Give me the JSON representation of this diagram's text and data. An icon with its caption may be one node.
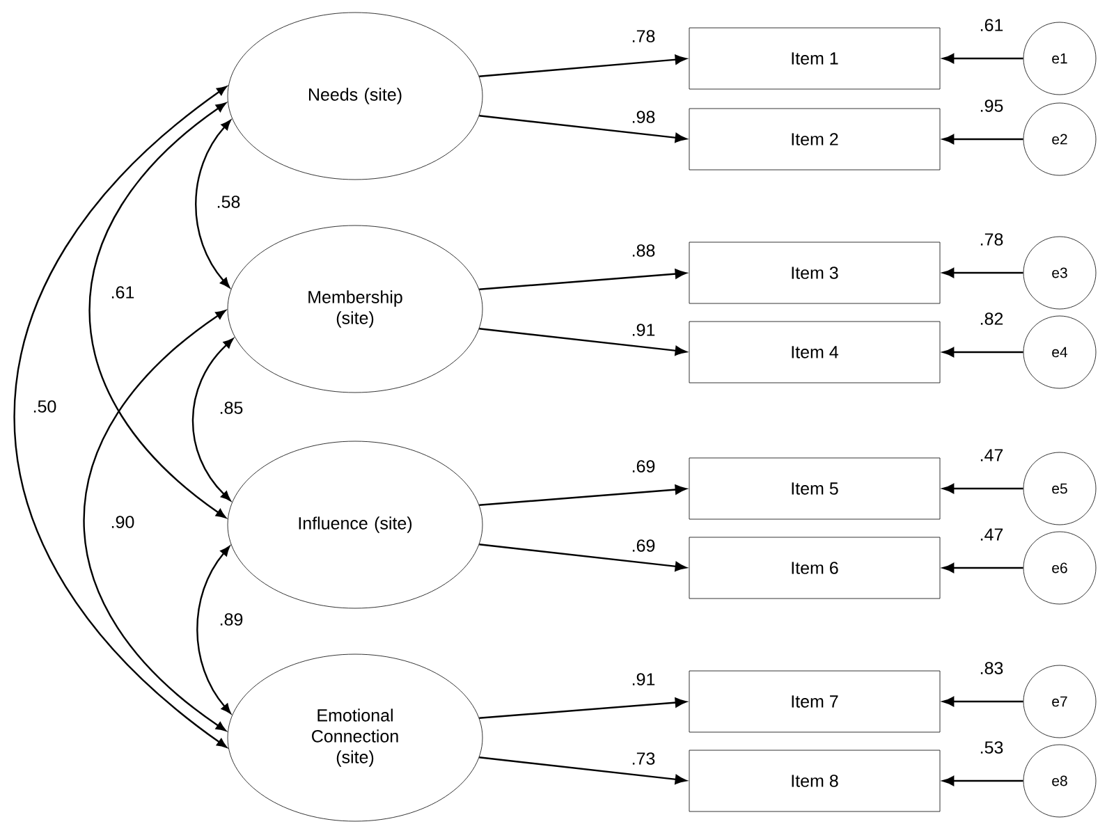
{
  "diagram": {
    "nodes": [
      {
        "text": [
          "Needs (site)"
        ]
      },
      {
        "text": [
          "Membership (site)"
        ]
      },
      {
        "text": [
          "Influence (site)"
        ]
      },
      {
        "text": [
          "Emotional Connection (site)"
        ]
      },
      {
        "text": [
          "Item 1"
        ]
      },
      {
        "text": [
          "Item 2"
        ]
      },
      {
        "text": [
          "Item 3"
        ]
      },
      {
        "text": [
          "Item 4"
        ]
      },
      {
        "text": [
          "Item 5"
        ]
      },
      {
        "text": [
          "Item 6"
        ]
      },
      {
        "text": [
          "Item 7"
        ]
      },
      {
        "text": [
          "Item 8"
        ]
      },
      {
        "text": [
          "e1"
        ]
      },
      {
        "text": [
          "e2"
        ]
      },
      {
        "text": [
          "e3"
        ]
      },
      {
        "text": [
          "e4"
        ]
      },
      {
        "text": [
          "e5"
        ]
      },
      {
        "text": [
          "e6"
        ]
      },
      {
        "text": [
          "e7"
        ]
      },
      {
        "text": [
          "e8"
        ]
      }
    ],
    "edges": [
      {
        "from": 0,
        "to": 4,
        "arrow": "to",
        "label": ".78"
      },
      {
        "from": 0,
        "to": 5,
        "arrow": "to",
        "label": ".98"
      },
      {
        "from": 1,
        "to": 6,
        "arrow": "to",
        "label": ".88"
      },
      {
        "from": 1,
        "to": 7,
        "arrow": "to",
        "label": ".91"
      },
      {
        "from": 2,
        "to": 8,
        "arrow": "to",
        "label": ".69"
      },
      {
        "from": 2,
        "to": 9,
        "arrow": "to",
        "label": ".69"
      },
      {
        "from": 3,
        "to": 10,
        "arrow": "to",
        "label": ".91"
      },
      {
        "from": 3,
        "to": 11,
        "arrow": "to",
        "label": ".73"
      },
      {
        "from": 12,
        "to": 4,
        "arrow": "to",
        "label": ".61"
      },
      {
        "from": 13,
        "to": 5,
        "arrow": "to",
        "label": ".95"
      },
      {
        "from": 14,
        "to": 6,
        "arrow": "to",
        "label": ".78"
      },
      {
        "from": 15,
        "to": 7,
        "arrow": "to",
        "label": ".82"
      },
      {
        "from": 16,
        "to": 8,
        "arrow": "to",
        "label": ".47"
      },
      {
        "from": 17,
        "to": 9,
        "arrow": "to",
        "label": ".47"
      },
      {
        "from": 18,
        "to": 10,
        "arrow": "to",
        "label": ".83"
      },
      {
        "from": 19,
        "to": 11,
        "arrow": "to",
        "label": ".53"
      },
      {
        "from": 0,
        "to": 1,
        "arrow": "both",
        "label": ".58"
      },
      {
        "from": 0,
        "to": 2,
        "arrow": "both",
        "label": ".61"
      },
      {
        "from": 0,
        "to": 3,
        "arrow": "both",
        "label": ".50"
      },
      {
        "from": 1,
        "to": 2,
        "arrow": "both",
        "label": ".85"
      },
      {
        "from": 1,
        "to": 3,
        "arrow": "both",
        "label": ".90"
      },
      {
        "from": 2,
        "to": 3,
        "arrow": "both",
        "label": ".89"
      }
    ]
  }
}
